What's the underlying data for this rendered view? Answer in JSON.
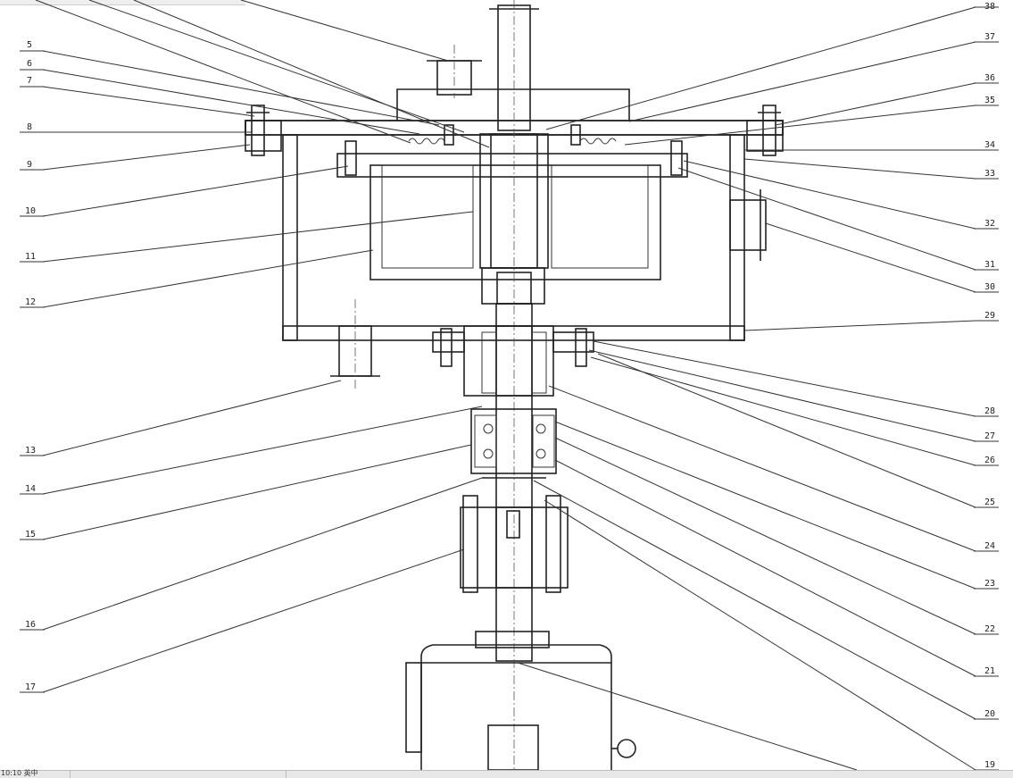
{
  "left_labels": [
    {
      "id": "5",
      "text": "5"
    },
    {
      "id": "6",
      "text": "6"
    },
    {
      "id": "7",
      "text": "7"
    },
    {
      "id": "8",
      "text": "8"
    },
    {
      "id": "9",
      "text": "9"
    },
    {
      "id": "10",
      "text": "10"
    },
    {
      "id": "11",
      "text": "11"
    },
    {
      "id": "12",
      "text": "12"
    },
    {
      "id": "13",
      "text": "13"
    },
    {
      "id": "14",
      "text": "14"
    },
    {
      "id": "15",
      "text": "15"
    },
    {
      "id": "16",
      "text": "16"
    },
    {
      "id": "17",
      "text": "17"
    }
  ],
  "right_labels": [
    {
      "id": "38",
      "text": "38"
    },
    {
      "id": "37",
      "text": "37"
    },
    {
      "id": "36",
      "text": "36"
    },
    {
      "id": "35",
      "text": "35"
    },
    {
      "id": "34",
      "text": "34"
    },
    {
      "id": "33",
      "text": "33"
    },
    {
      "id": "32",
      "text": "32"
    },
    {
      "id": "31",
      "text": "31"
    },
    {
      "id": "30",
      "text": "30"
    },
    {
      "id": "29",
      "text": "29"
    },
    {
      "id": "28",
      "text": "28"
    },
    {
      "id": "27",
      "text": "27"
    },
    {
      "id": "26",
      "text": "26"
    },
    {
      "id": "25",
      "text": "25"
    },
    {
      "id": "24",
      "text": "24"
    },
    {
      "id": "23",
      "text": "23"
    },
    {
      "id": "22",
      "text": "22"
    },
    {
      "id": "21",
      "text": "21"
    },
    {
      "id": "20",
      "text": "20"
    },
    {
      "id": "19",
      "text": "19"
    }
  ],
  "status_bar": {
    "text": "10:10 英中"
  }
}
